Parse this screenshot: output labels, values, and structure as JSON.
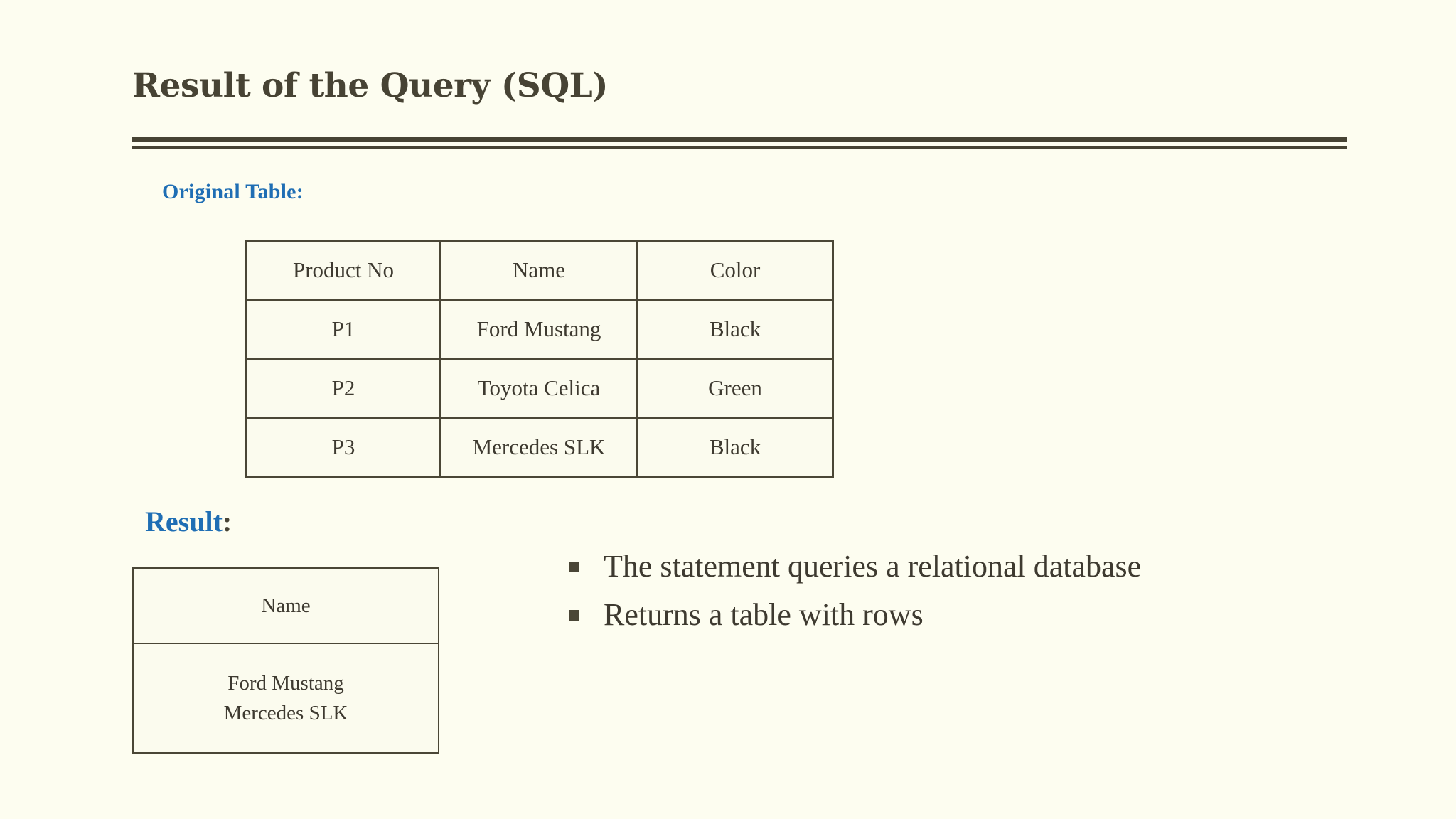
{
  "slide": {
    "title": "Result of the Query (SQL)",
    "background_color": "#FDFDF0",
    "title_color": "#474334",
    "accent_color": "#1F6EB4",
    "rule_color": "#474334",
    "border_color": "#4A4636",
    "body_text_color": "#3E3A30"
  },
  "original_section": {
    "label": "Original Table:",
    "table": {
      "columns": [
        "Product No",
        "Name",
        "Color"
      ],
      "rows": [
        [
          "P1",
          "Ford Mustang",
          "Black"
        ],
        [
          "P2",
          "Toyota Celica",
          "Green"
        ],
        [
          "P3",
          "Mercedes SLK",
          "Black"
        ]
      ]
    }
  },
  "result_section": {
    "label_word": "Result",
    "label_colon": ":",
    "table": {
      "columns": [
        "Name"
      ],
      "cell_lines": [
        "Ford Mustang",
        "Mercedes SLK"
      ]
    }
  },
  "notes": {
    "bullet_glyph": "square-bullet",
    "items": [
      "The statement queries a relational database",
      "Returns a table with rows"
    ]
  }
}
